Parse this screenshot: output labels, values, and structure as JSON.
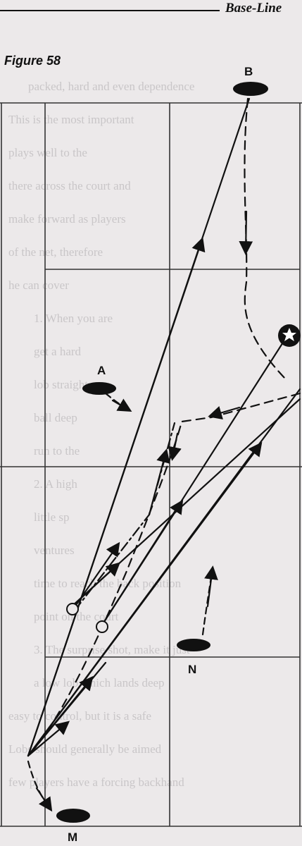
{
  "header": {
    "title": "Base-Line"
  },
  "figure": {
    "label": "Figure 58"
  },
  "players": [
    {
      "id": "B",
      "label": "B"
    },
    {
      "id": "A",
      "label": "A"
    },
    {
      "id": "N",
      "label": "N"
    },
    {
      "id": "M",
      "label": "M"
    }
  ],
  "bleed_through_lines": [
    "packed, hard and even dependence",
    "This is the most important",
    "plays well to the",
    "there across the court and",
    "make forward as players",
    "of the net, therefore",
    "he can cover",
    "1. When you are",
    "get a hard",
    "lob straight",
    "ball deep",
    "run to the",
    "2. A high",
    "little sp",
    "ventures",
    "time to reach the back position",
    "point on the court",
    "3. The surprise shot, make it just",
    "a low lob which lands deep",
    "easy to control, but it is a safe",
    "Lobs should generally be aimed",
    "few players have a forcing backhand"
  ],
  "colors": {
    "paper": "#ece9ea",
    "ink": "#111111",
    "bleed": "#c9c6c8"
  }
}
